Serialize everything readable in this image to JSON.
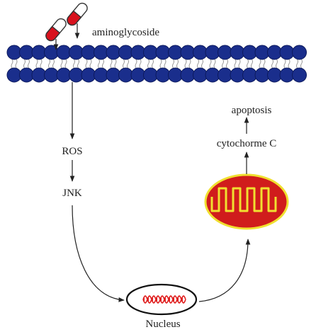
{
  "labels": {
    "drug": "aminoglycoside",
    "ros": "ROS",
    "jnk": "JNK",
    "nucleus": "Nucleus",
    "cytochrome": "cytochorme C",
    "apoptosis": "apoptosis"
  },
  "colors": {
    "membrane_head": "#1a2e8c",
    "membrane_head_edge": "#0d1a5c",
    "lipid_tail": "#999999",
    "capsule_red": "#d8121e",
    "mito_fill": "#d01c1c",
    "mito_edge": "#f0e030",
    "dna": "#e02020",
    "arrow": "#222222"
  },
  "icons": {
    "drug": "capsule-icon",
    "organelle": "mitochondrion-icon",
    "dna": "dna-helix-icon"
  }
}
